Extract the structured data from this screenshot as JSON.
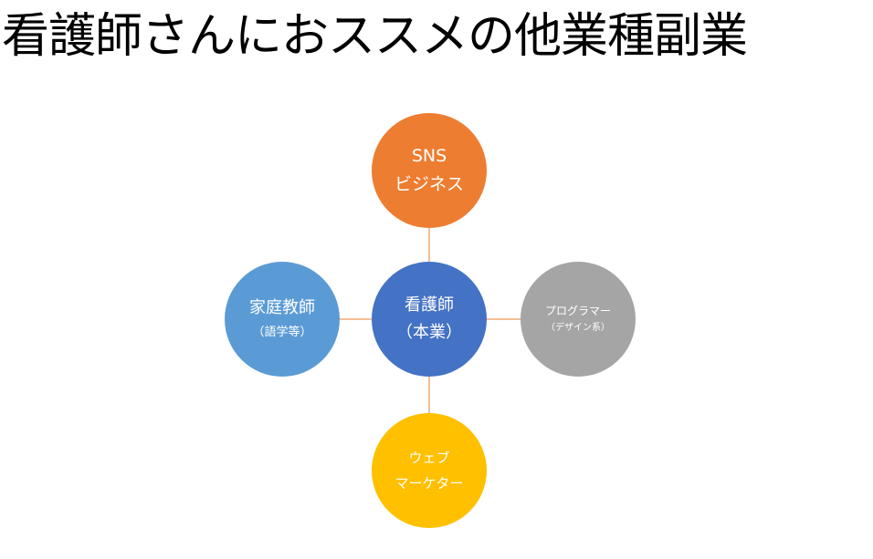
{
  "title": "看護師さんにおススメの他業種副業",
  "colors": {
    "connector": "#ed7d31",
    "top": "#ed7d31",
    "left": "#5b9bd5",
    "center": "#4472c4",
    "right": "#a5a5a5",
    "bottom": "#ffc000"
  },
  "nodes": {
    "center": {
      "line1": "看護師",
      "line2": "（本業）"
    },
    "top": {
      "line1": "SNS",
      "line2": "ビジネス"
    },
    "left": {
      "line1": "家庭教師",
      "line2": "（語学等）"
    },
    "right": {
      "line1": "プログラマー",
      "line2": "（デザイン系）"
    },
    "bottom": {
      "line1": "ウェブ",
      "line2": "マーケター"
    }
  }
}
